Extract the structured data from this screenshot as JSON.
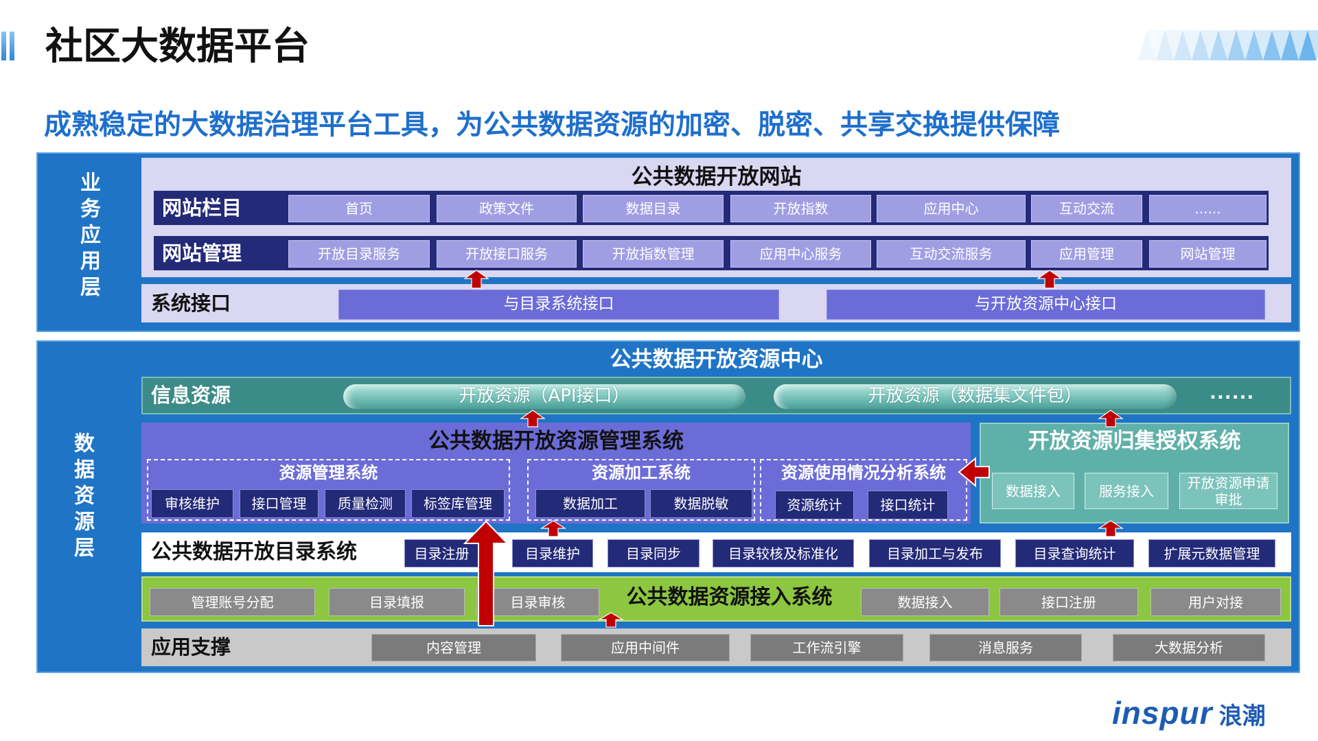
{
  "slide": {
    "title": "社区大数据平台",
    "subtitle": "成熟稳定的大数据治理平台工具，为公共数据资源的加密、脱密、共享交换提供保障"
  },
  "business_layer": {
    "label": "业务应用层",
    "website": {
      "title": "公共数据开放网站",
      "columns": {
        "label": "网站栏目",
        "items": [
          "首页",
          "政策文件",
          "数据目录",
          "开放指数",
          "应用中心",
          "互动交流",
          "......"
        ]
      },
      "management": {
        "label": "网站管理",
        "items": [
          "开放目录服务",
          "开放接口服务",
          "开放指数管理",
          "应用中心服务",
          "互动交流服务",
          "应用管理",
          "网站管理"
        ]
      }
    },
    "system_interface": {
      "label": "系统接口",
      "items": [
        "与目录系统接口",
        "与开放资源中心接口"
      ]
    }
  },
  "data_layer": {
    "label": "数据资源层",
    "title": "公共数据开放资源中心",
    "info_resources": {
      "label": "信息资源",
      "items": [
        "开放资源（API接口）",
        "开放资源（数据集文件包）"
      ],
      "more": "......"
    },
    "management_system": {
      "title": "公共数据开放资源管理系统",
      "subsystems": [
        {
          "title": "资源管理系统",
          "items": [
            "审核维护",
            "接口管理",
            "质量检测",
            "标签库管理"
          ]
        },
        {
          "title": "资源加工系统",
          "items": [
            "数据加工",
            "数据脱敏"
          ]
        },
        {
          "title": "资源使用情况分析系统",
          "items": [
            "资源统计",
            "接口统计"
          ]
        }
      ]
    },
    "aggregation_system": {
      "title": "开放资源归集授权系统",
      "items": [
        "数据接入",
        "服务接入",
        "开放资源申请审批"
      ]
    },
    "catalog_system": {
      "label": "公共数据开放目录系统",
      "items": [
        "目录注册",
        "目录维护",
        "目录同步",
        "目录较核及标准化",
        "目录加工与发布",
        "目录查询统计",
        "扩展元数据管理"
      ]
    },
    "access_system": {
      "title": "公共数据资源接入系统",
      "items": [
        "管理账号分配",
        "目录填报",
        "目录审核",
        "数据接入",
        "接口注册",
        "用户对接"
      ]
    },
    "app_support": {
      "label": "应用支撑",
      "items": [
        "内容管理",
        "应用中间件",
        "工作流引擎",
        "消息服务",
        "大数据分析"
      ]
    }
  },
  "logo": {
    "brand": "inspur",
    "name_cn": "浪潮"
  },
  "colors": {
    "layer_blue": "#1f74c5",
    "lavender": "#d9d7f1",
    "navy": "#232a78",
    "lavender_item": "#a09ee3",
    "purple": "#6c6cd8",
    "teal": "#3b8b88",
    "teal_light": "#5fb0a8",
    "green": "#8dc641",
    "support_gray": "#c9c9c9",
    "arrow_red": "#c00000",
    "subtitle_blue": "#1e6fcc",
    "logo_blue": "#1d5cb3"
  }
}
